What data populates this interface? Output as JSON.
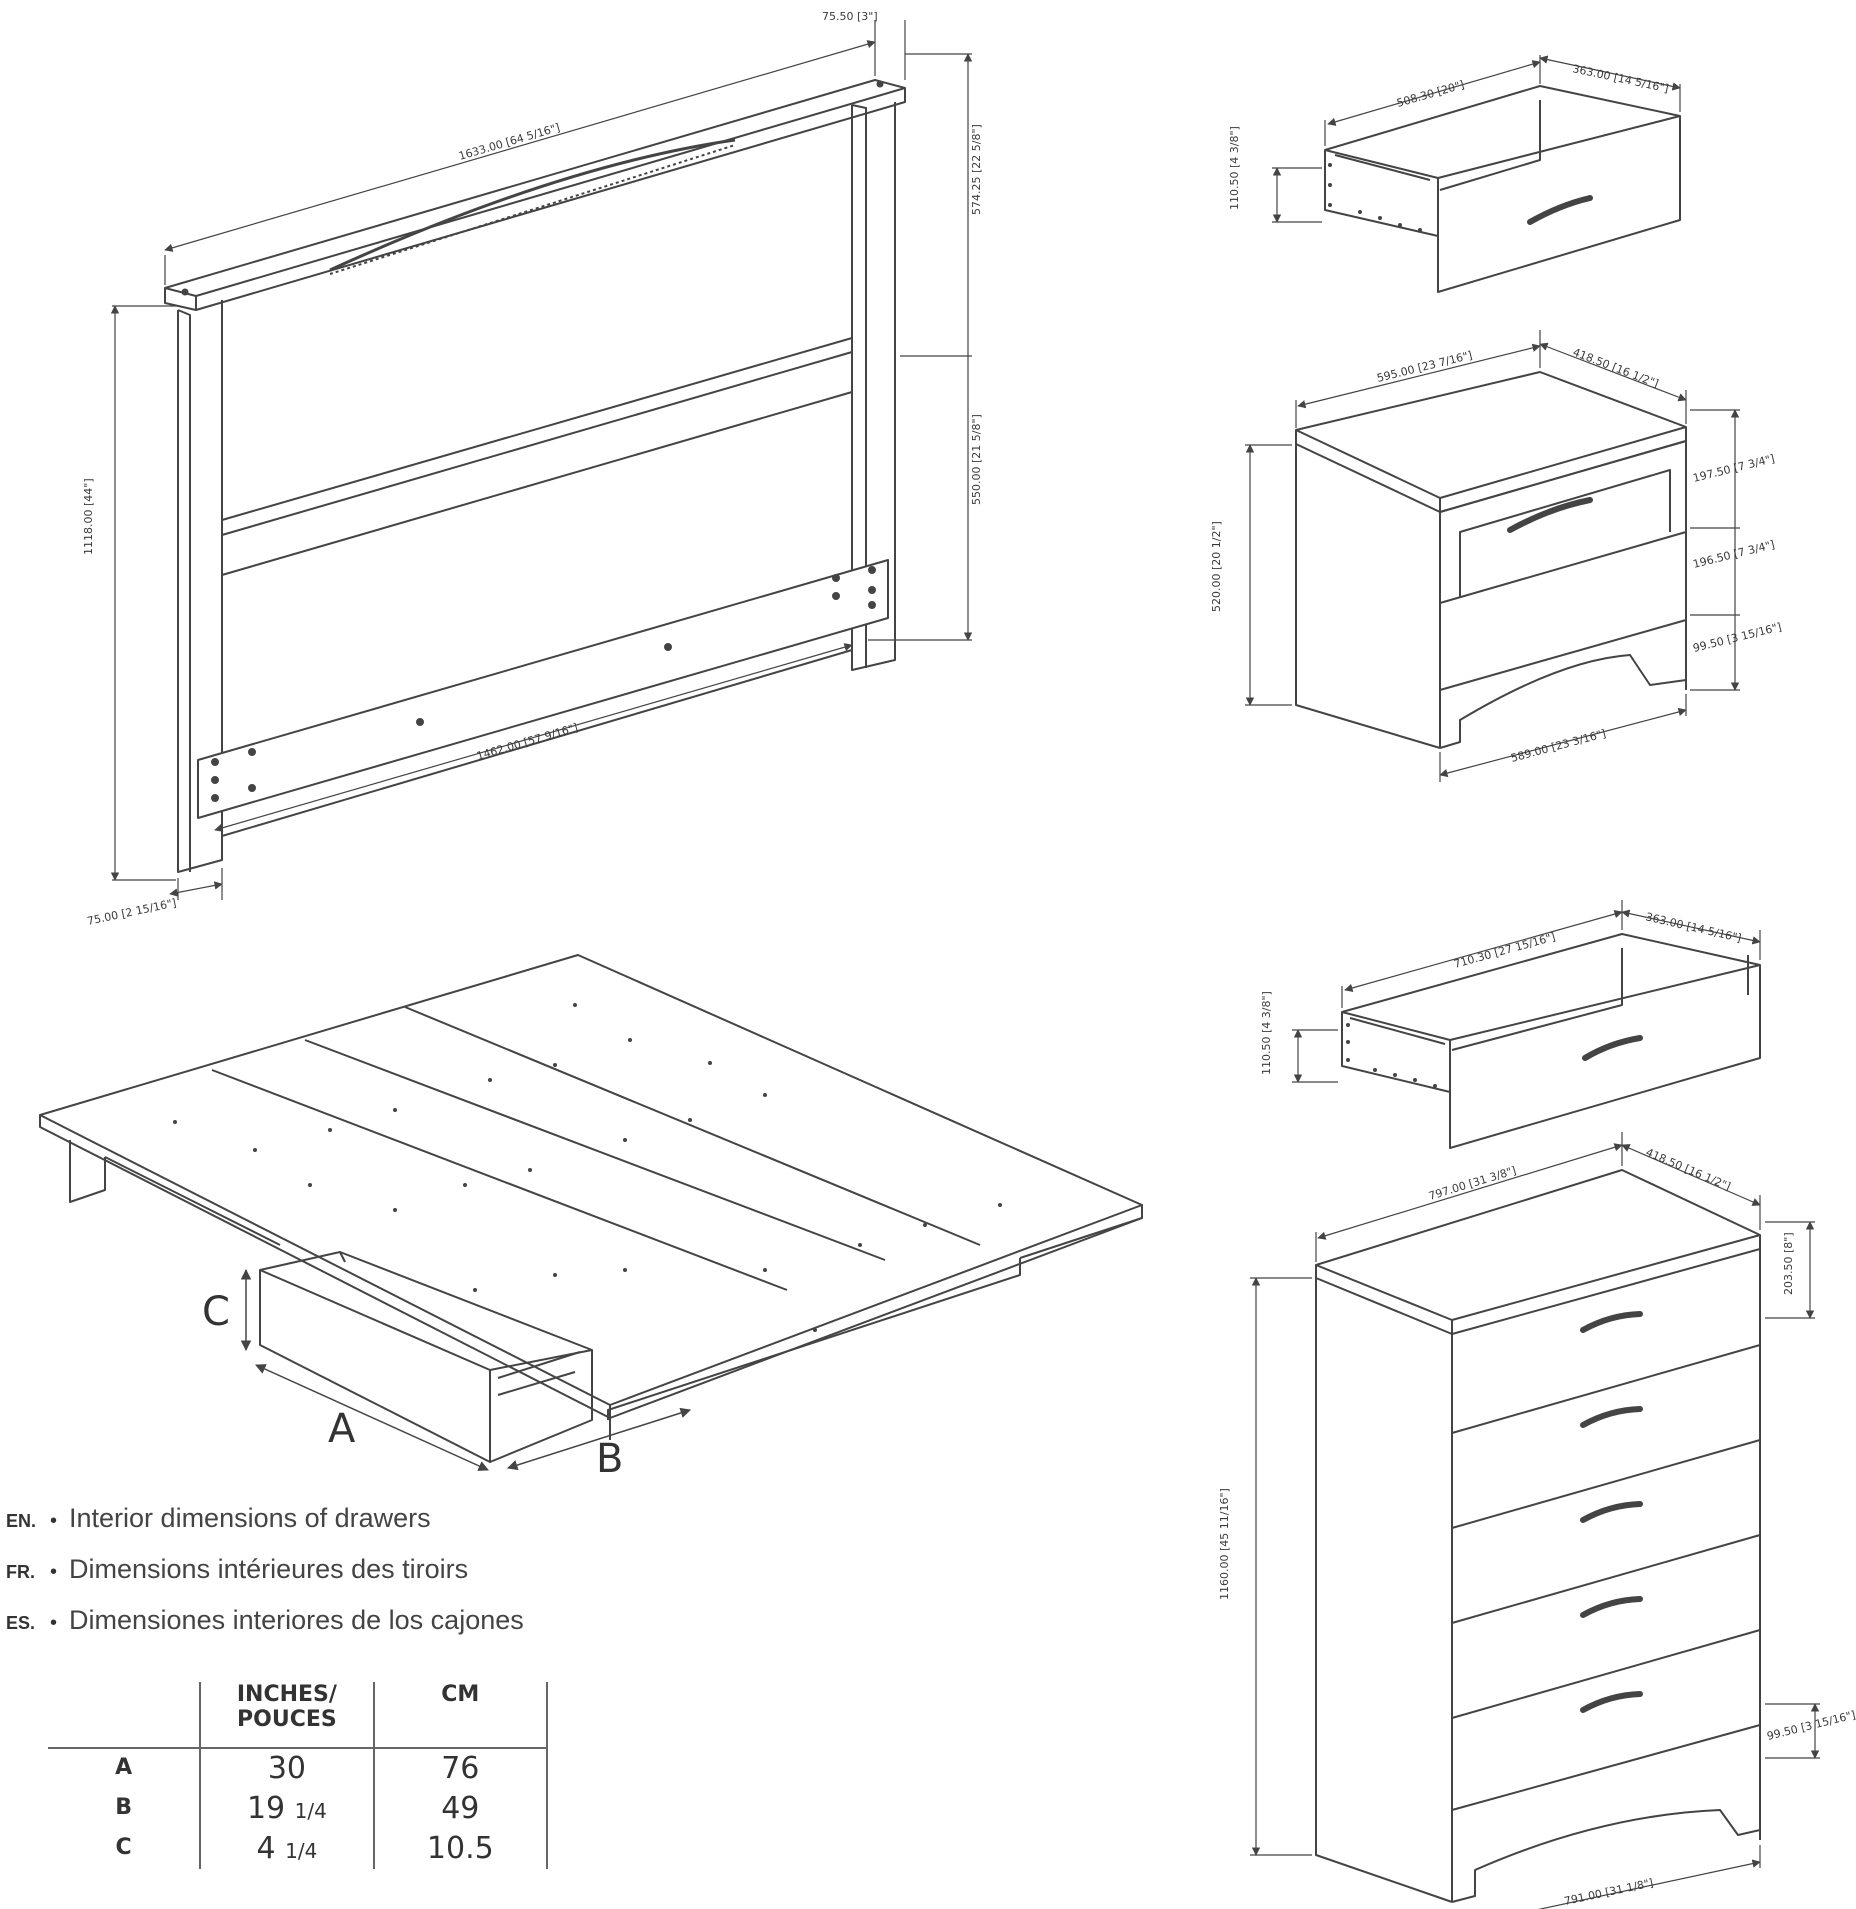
{
  "headboard": {
    "width": "1633.00 [64 5/16\"]",
    "cap_depth": "75.50 [3\"]",
    "upper_height": "574.25 [22 5/8\"]",
    "lower_height": "550.00 [21 5/8\"]",
    "total_height": "1118.00 [44\"]",
    "post_width": "75.00 [2 15/16\"]",
    "inner_width": "1462.00 [57 9/16\"]"
  },
  "nightstand_drawer": {
    "width": "508.30 [20\"]",
    "depth": "363.00 [14 5/16\"]",
    "height": "110.50 [4 3/8\"]"
  },
  "nightstand": {
    "width": "595.00 [23 7/16\"]",
    "depth": "418.50 [16 1/2\"]",
    "height": "520.00 [20 1/2\"]",
    "drawer_front_height": "197.50 [7 3/4\"]",
    "opening_height": "196.50 [7 3/4\"]",
    "base_height": "99.50 [3 15/16\"]",
    "front_width": "589.00 [23 3/16\"]"
  },
  "chest_drawer": {
    "width": "710.30 [27 15/16\"]",
    "depth": "363.00 [14 5/16\"]",
    "height": "110.50 [4 3/8\"]"
  },
  "chest": {
    "width": "797.00 [31 3/8\"]",
    "depth": "418.50 [16 1/2\"]",
    "height": "1160.00 [45 11/16\"]",
    "drawer_height": "203.50 [8\"]",
    "base_height": "99.50 [3 15/16\"]",
    "front_width": "791.00 [31 1/8\"]"
  },
  "bed": {
    "label_a": "A",
    "label_b": "B",
    "label_c": "C"
  },
  "legend": [
    {
      "code": "EN.",
      "text": "Interior dimensions of drawers"
    },
    {
      "code": "FR.",
      "text": "Dimensions intérieures des tiroirs"
    },
    {
      "code": "ES.",
      "text": "Dimensiones interiores de los cajones"
    }
  ],
  "table": {
    "headers": [
      "",
      "INCHES/\nPOUCES",
      "CM"
    ],
    "rows": [
      {
        "key": "A",
        "inches": "30",
        "inches_frac": "",
        "cm": "76"
      },
      {
        "key": "B",
        "inches": "19",
        "inches_frac": "1/4",
        "cm": "49"
      },
      {
        "key": "C",
        "inches": "4",
        "inches_frac": "1/4",
        "cm": "10.5"
      }
    ]
  }
}
